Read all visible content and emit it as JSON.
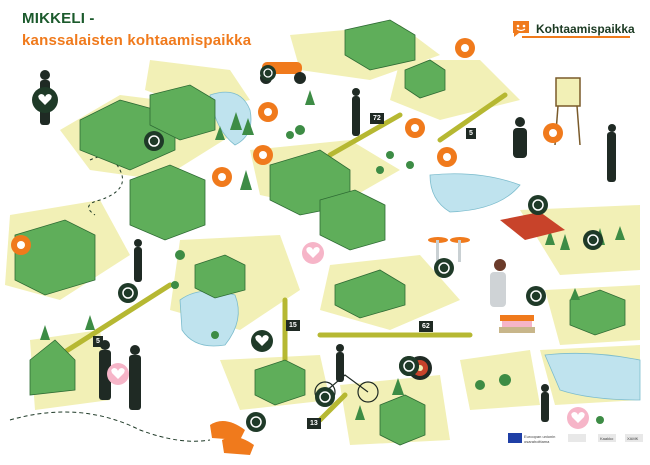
{
  "header": {
    "title_line1": "MIKKELI -",
    "title_line2": "kanssalaisten kohtaamispaikka"
  },
  "brand": {
    "name": "Kohtaamispaikka",
    "icon": "speech-bubble-face-icon"
  },
  "road_labels": {
    "r72": "72",
    "r5_top": "5",
    "r5_left": "5",
    "r15": "15",
    "r62": "62",
    "r13": "13"
  },
  "colors": {
    "title_green": "#1b5a2c",
    "accent_orange": "#f07a1c",
    "ground": "#f2f0b6",
    "building": "#5fae5a",
    "tree": "#3d8c45",
    "water": "#bfe3ee",
    "road": "#b6b832",
    "marker_dark": "#1f3a28",
    "heart_pink": "#f6b5c8"
  },
  "legend_icons": [
    "location-pin-icon",
    "heart-icon",
    "play-button-icon"
  ],
  "funders": [
    "Euroopan unionin osarahoittama",
    "Kaakko",
    "XAMK"
  ]
}
